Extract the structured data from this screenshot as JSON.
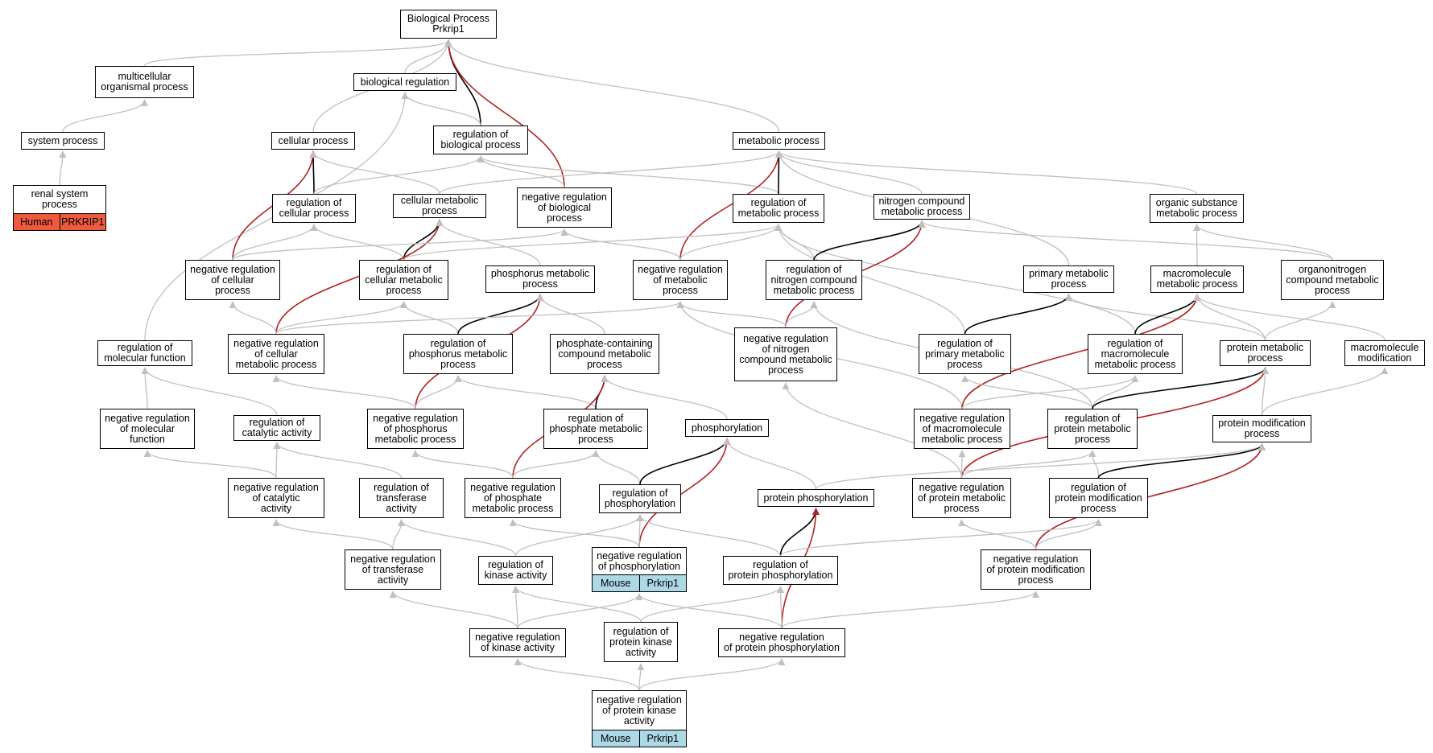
{
  "colors": {
    "edge_gray": "#c0c0c0",
    "edge_black": "#000000",
    "edge_red": "#b22222",
    "human_badge": "#ef5a3e",
    "mouse_badge": "#add8e6"
  },
  "nodes": [
    {
      "id": "bp",
      "label": "Biological Process\nPrkrip1"
    },
    {
      "id": "multi",
      "label": "multicellular\norganismal process"
    },
    {
      "id": "biolreg",
      "label": "biological regulation"
    },
    {
      "id": "system",
      "label": "system process"
    },
    {
      "id": "cellproc",
      "label": "cellular process"
    },
    {
      "id": "regbio",
      "label": "regulation of\nbiological process"
    },
    {
      "id": "metab",
      "label": "metabolic process"
    },
    {
      "id": "renal",
      "label": "renal system\nprocess",
      "badges": [
        {
          "text": "Human",
          "color": "#ef5a3e"
        },
        {
          "text": "PRKRIP1",
          "color": "#ef5a3e"
        }
      ]
    },
    {
      "id": "regcell",
      "label": "regulation of\ncellular process"
    },
    {
      "id": "cellmet",
      "label": "cellular metabolic\nprocess"
    },
    {
      "id": "negregbio",
      "label": "negative regulation\nof biological\nprocess"
    },
    {
      "id": "regmet",
      "label": "regulation of\nmetabolic process"
    },
    {
      "id": "nitro",
      "label": "nitrogen compound\nmetabolic process"
    },
    {
      "id": "orgsub",
      "label": "organic substance\nmetabolic process"
    },
    {
      "id": "negregcell",
      "label": "negative regulation\nof cellular\nprocess"
    },
    {
      "id": "regcellmet",
      "label": "regulation of\ncellular metabolic\nprocess"
    },
    {
      "id": "phosmet",
      "label": "phosphorus metabolic\nprocess"
    },
    {
      "id": "negregmet",
      "label": "negative regulation\nof metabolic\nprocess"
    },
    {
      "id": "regnitro",
      "label": "regulation of\nnitrogen compound\nmetabolic process"
    },
    {
      "id": "primmet",
      "label": "primary metabolic\nprocess"
    },
    {
      "id": "macromet",
      "label": "macromolecule\nmetabolic process"
    },
    {
      "id": "organonit",
      "label": "organonitrogen\ncompound metabolic\nprocess"
    },
    {
      "id": "regmolfunc",
      "label": "regulation of\nmolecular function"
    },
    {
      "id": "negregcellmet",
      "label": "negative regulation\nof cellular\nmetabolic process"
    },
    {
      "id": "regphosmet",
      "label": "regulation of\nphosphorus metabolic\nprocess"
    },
    {
      "id": "phoscont",
      "label": "phosphate-containing\ncompound metabolic\nprocess"
    },
    {
      "id": "negregnitro",
      "label": "negative regulation\nof nitrogen\ncompound metabolic\nprocess"
    },
    {
      "id": "regprimmet",
      "label": "regulation of\nprimary metabolic\nprocess"
    },
    {
      "id": "regmacromet",
      "label": "regulation of\nmacromolecule\nmetabolic process"
    },
    {
      "id": "protmet",
      "label": "protein metabolic\nprocess"
    },
    {
      "id": "macromod",
      "label": "macromolecule\nmodification"
    },
    {
      "id": "negregmolfunc",
      "label": "negative regulation\nof molecular\nfunction"
    },
    {
      "id": "regcatal",
      "label": "regulation of\ncatalytic activity"
    },
    {
      "id": "negregphosmet",
      "label": "negative regulation\nof phosphorus\nmetabolic process"
    },
    {
      "id": "regphosphmet",
      "label": "regulation of\nphosphate metabolic\nprocess"
    },
    {
      "id": "phosph",
      "label": "phosphorylation"
    },
    {
      "id": "negregmacromet",
      "label": "negative regulation\nof macromolecule\nmetabolic process"
    },
    {
      "id": "regprotmet",
      "label": "regulation of\nprotein metabolic\nprocess"
    },
    {
      "id": "protmod",
      "label": "protein modification\nprocess"
    },
    {
      "id": "negregcatal",
      "label": "negative regulation\nof catalytic\nactivity"
    },
    {
      "id": "regtransf",
      "label": "regulation of\ntransferase\nactivity"
    },
    {
      "id": "negregphosphmet",
      "label": "negative regulation\nof phosphate\nmetabolic process"
    },
    {
      "id": "regphosph",
      "label": "regulation of\nphosphorylation"
    },
    {
      "id": "protphosph",
      "label": "protein phosphorylation"
    },
    {
      "id": "negregprotmet",
      "label": "negative regulation\nof protein metabolic\nprocess"
    },
    {
      "id": "regprotmod",
      "label": "regulation of\nprotein modification\nprocess"
    },
    {
      "id": "negregtransf",
      "label": "negative regulation\nof transferase\nactivity"
    },
    {
      "id": "regkinase",
      "label": "regulation of\nkinase activity"
    },
    {
      "id": "negregphosph",
      "label": "negative regulation\nof phosphorylation",
      "badges": [
        {
          "text": "Mouse",
          "color": "#add8e6"
        },
        {
          "text": "Prkrip1",
          "color": "#add8e6"
        }
      ]
    },
    {
      "id": "regprotphosph",
      "label": "regulation of\nprotein phosphorylation"
    },
    {
      "id": "negregprotmod",
      "label": "negative regulation\nof protein modification\nprocess"
    },
    {
      "id": "negregkinase",
      "label": "negative regulation\nof kinase activity"
    },
    {
      "id": "regprotkinase",
      "label": "regulation of\nprotein kinase\nactivity"
    },
    {
      "id": "negregprotphosph",
      "label": "negative regulation\nof protein phosphorylation"
    },
    {
      "id": "negregprotkinase",
      "label": "negative regulation\nof protein kinase\nactivity",
      "badges": [
        {
          "text": "Mouse",
          "color": "#add8e6"
        },
        {
          "text": "Prkrip1",
          "color": "#add8e6"
        }
      ]
    }
  ],
  "edges": [
    {
      "from": "multi",
      "to": "bp",
      "style": "gray"
    },
    {
      "from": "biolreg",
      "to": "bp",
      "style": "gray"
    },
    {
      "from": "cellproc",
      "to": "bp",
      "style": "gray"
    },
    {
      "from": "regbio",
      "to": "bp",
      "style": "black"
    },
    {
      "from": "negregbio",
      "to": "bp",
      "style": "red"
    },
    {
      "from": "metab",
      "to": "bp",
      "style": "gray"
    },
    {
      "from": "system",
      "to": "multi",
      "style": "gray"
    },
    {
      "from": "renal",
      "to": "system",
      "style": "gray"
    },
    {
      "from": "regbio",
      "to": "biolreg",
      "style": "gray"
    },
    {
      "from": "regmolfunc",
      "to": "biolreg",
      "style": "gray"
    },
    {
      "from": "regcell",
      "to": "cellproc",
      "style": "black"
    },
    {
      "from": "negregcell",
      "to": "cellproc",
      "style": "red"
    },
    {
      "from": "cellmet",
      "to": "cellproc",
      "style": "gray"
    },
    {
      "from": "regcell",
      "to": "regbio",
      "style": "gray"
    },
    {
      "from": "negregbio",
      "to": "regbio",
      "style": "gray"
    },
    {
      "from": "regmet",
      "to": "regbio",
      "style": "gray"
    },
    {
      "from": "regmet",
      "to": "metab",
      "style": "black"
    },
    {
      "from": "negregmet",
      "to": "metab",
      "style": "red"
    },
    {
      "from": "cellmet",
      "to": "metab",
      "style": "gray"
    },
    {
      "from": "nitro",
      "to": "metab",
      "style": "gray"
    },
    {
      "from": "orgsub",
      "to": "metab",
      "style": "gray"
    },
    {
      "from": "primmet",
      "to": "metab",
      "style": "gray"
    },
    {
      "from": "negregcell",
      "to": "regcell",
      "style": "gray"
    },
    {
      "from": "regcellmet",
      "to": "regcell",
      "style": "gray"
    },
    {
      "from": "regcellmet",
      "to": "cellmet",
      "style": "black"
    },
    {
      "from": "negregcellmet",
      "to": "cellmet",
      "style": "red"
    },
    {
      "from": "phosmet",
      "to": "cellmet",
      "style": "gray"
    },
    {
      "from": "negregmet",
      "to": "negregbio",
      "style": "gray"
    },
    {
      "from": "negregcell",
      "to": "negregbio",
      "style": "gray"
    },
    {
      "from": "regnitro",
      "to": "regmet",
      "style": "gray"
    },
    {
      "from": "negregmet",
      "to": "regmet",
      "style": "gray"
    },
    {
      "from": "regcellmet",
      "to": "regmet",
      "style": "gray"
    },
    {
      "from": "regprimmet",
      "to": "regmet",
      "style": "gray"
    },
    {
      "from": "regmacromet",
      "to": "regmet",
      "style": "gray"
    },
    {
      "from": "regnitro",
      "to": "nitro",
      "style": "black"
    },
    {
      "from": "negregnitro",
      "to": "nitro",
      "style": "red"
    },
    {
      "from": "organonit",
      "to": "nitro",
      "style": "gray"
    },
    {
      "from": "macromet",
      "to": "orgsub",
      "style": "gray"
    },
    {
      "from": "organonit",
      "to": "orgsub",
      "style": "gray"
    },
    {
      "from": "negregcellmet",
      "to": "negregcell",
      "style": "gray"
    },
    {
      "from": "negregcellmet",
      "to": "regcellmet",
      "style": "gray"
    },
    {
      "from": "regphosmet",
      "to": "regcellmet",
      "style": "gray"
    },
    {
      "from": "regphosmet",
      "to": "phosmet",
      "style": "black"
    },
    {
      "from": "negregphosmet",
      "to": "phosmet",
      "style": "red"
    },
    {
      "from": "phoscont",
      "to": "phosmet",
      "style": "gray"
    },
    {
      "from": "negregnitro",
      "to": "negregmet",
      "style": "gray"
    },
    {
      "from": "negregcellmet",
      "to": "negregmet",
      "style": "gray"
    },
    {
      "from": "negregmacromet",
      "to": "negregmet",
      "style": "gray"
    },
    {
      "from": "negregnitro",
      "to": "regnitro",
      "style": "gray"
    },
    {
      "from": "regprotmet",
      "to": "regnitro",
      "style": "gray"
    },
    {
      "from": "regprimmet",
      "to": "primmet",
      "style": "black"
    },
    {
      "from": "protmet",
      "to": "primmet",
      "style": "gray"
    },
    {
      "from": "regmacromet",
      "to": "macromet",
      "style": "black"
    },
    {
      "from": "negregmacromet",
      "to": "macromet",
      "style": "red"
    },
    {
      "from": "protmet",
      "to": "macromet",
      "style": "gray"
    },
    {
      "from": "macromod",
      "to": "macromet",
      "style": "gray"
    },
    {
      "from": "protmet",
      "to": "organonit",
      "style": "gray"
    },
    {
      "from": "negregmolfunc",
      "to": "regmolfunc",
      "style": "gray"
    },
    {
      "from": "regcatal",
      "to": "regmolfunc",
      "style": "gray"
    },
    {
      "from": "negregphosmet",
      "to": "negregcellmet",
      "style": "gray"
    },
    {
      "from": "negregphosmet",
      "to": "regphosmet",
      "style": "gray"
    },
    {
      "from": "regphosphmet",
      "to": "regphosmet",
      "style": "gray"
    },
    {
      "from": "regphosphmet",
      "to": "phoscont",
      "style": "black"
    },
    {
      "from": "negregphosphmet",
      "to": "phoscont",
      "style": "red"
    },
    {
      "from": "phosph",
      "to": "phoscont",
      "style": "gray"
    },
    {
      "from": "negregprotmet",
      "to": "negregnitro",
      "style": "gray"
    },
    {
      "from": "regprotmet",
      "to": "regprimmet",
      "style": "gray"
    },
    {
      "from": "negregmacromet",
      "to": "regmacromet",
      "style": "gray"
    },
    {
      "from": "regprotmet",
      "to": "regmacromet",
      "style": "gray"
    },
    {
      "from": "regprotmet",
      "to": "protmet",
      "style": "black"
    },
    {
      "from": "negregprotmet",
      "to": "protmet",
      "style": "red"
    },
    {
      "from": "protmod",
      "to": "protmet",
      "style": "gray"
    },
    {
      "from": "protmod",
      "to": "macromod",
      "style": "gray"
    },
    {
      "from": "negregcatal",
      "to": "negregmolfunc",
      "style": "gray"
    },
    {
      "from": "negregcatal",
      "to": "regcatal",
      "style": "gray"
    },
    {
      "from": "regtransf",
      "to": "regcatal",
      "style": "gray"
    },
    {
      "from": "negregphosphmet",
      "to": "negregphosmet",
      "style": "gray"
    },
    {
      "from": "negregphosphmet",
      "to": "regphosphmet",
      "style": "gray"
    },
    {
      "from": "regphosph",
      "to": "regphosphmet",
      "style": "gray"
    },
    {
      "from": "regphosph",
      "to": "phosph",
      "style": "black"
    },
    {
      "from": "negregphosph",
      "to": "phosph",
      "style": "red"
    },
    {
      "from": "protphosph",
      "to": "phosph",
      "style": "gray"
    },
    {
      "from": "negregprotmet",
      "to": "negregmacromet",
      "style": "gray"
    },
    {
      "from": "negregprotmet",
      "to": "regprotmet",
      "style": "gray"
    },
    {
      "from": "regprotmod",
      "to": "regprotmet",
      "style": "gray"
    },
    {
      "from": "regprotmod",
      "to": "protmod",
      "style": "black"
    },
    {
      "from": "negregprotmod",
      "to": "protmod",
      "style": "red"
    },
    {
      "from": "protphosph",
      "to": "protmod",
      "style": "gray"
    },
    {
      "from": "negregtransf",
      "to": "negregcatal",
      "style": "gray"
    },
    {
      "from": "negregtransf",
      "to": "regtransf",
      "style": "gray"
    },
    {
      "from": "regkinase",
      "to": "regtransf",
      "style": "gray"
    },
    {
      "from": "negregphosph",
      "to": "negregphosphmet",
      "style": "gray"
    },
    {
      "from": "negregphosph",
      "to": "regphosph",
      "style": "gray"
    },
    {
      "from": "regkinase",
      "to": "regphosph",
      "style": "gray"
    },
    {
      "from": "regprotphosph",
      "to": "regphosph",
      "style": "gray"
    },
    {
      "from": "regprotphosph",
      "to": "protphosph",
      "style": "black"
    },
    {
      "from": "negregprotphosph",
      "to": "protphosph",
      "style": "red"
    },
    {
      "from": "negregprotmod",
      "to": "negregprotmet",
      "style": "gray"
    },
    {
      "from": "negregprotmod",
      "to": "regprotmod",
      "style": "gray"
    },
    {
      "from": "regprotphosph",
      "to": "regprotmod",
      "style": "gray"
    },
    {
      "from": "negregkinase",
      "to": "negregtransf",
      "style": "gray"
    },
    {
      "from": "negregkinase",
      "to": "regkinase",
      "style": "gray"
    },
    {
      "from": "regprotkinase",
      "to": "regkinase",
      "style": "gray"
    },
    {
      "from": "negregkinase",
      "to": "negregphosph",
      "style": "gray"
    },
    {
      "from": "negregprotphosph",
      "to": "negregphosph",
      "style": "gray"
    },
    {
      "from": "negregprotphosph",
      "to": "regprotphosph",
      "style": "gray"
    },
    {
      "from": "negregprotphosph",
      "to": "negregprotmod",
      "style": "gray"
    },
    {
      "from": "regprotkinase",
      "to": "regprotphosph",
      "style": "gray"
    },
    {
      "from": "negregprotkinase",
      "to": "negregkinase",
      "style": "gray"
    },
    {
      "from": "negregprotkinase",
      "to": "regprotkinase",
      "style": "gray"
    },
    {
      "from": "negregprotkinase",
      "to": "negregprotphosph",
      "style": "gray"
    }
  ]
}
